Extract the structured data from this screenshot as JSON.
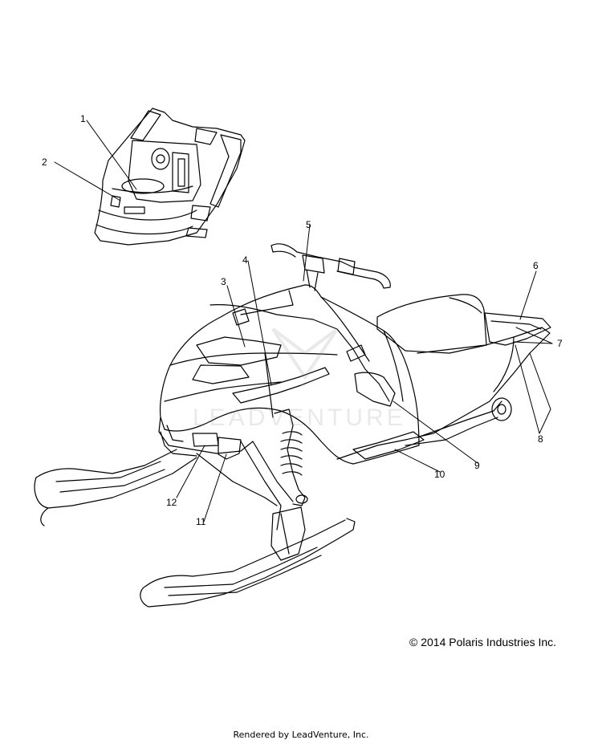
{
  "callouts": [
    "1",
    "2",
    "3",
    "4",
    "5",
    "6",
    "7",
    "8",
    "9",
    "10",
    "11",
    "12"
  ],
  "copyright": "© 2014 Polaris Industries Inc.",
  "rendered_by": "Rendered by LeadVenture, Inc.",
  "watermark": "LEADVENTURE"
}
